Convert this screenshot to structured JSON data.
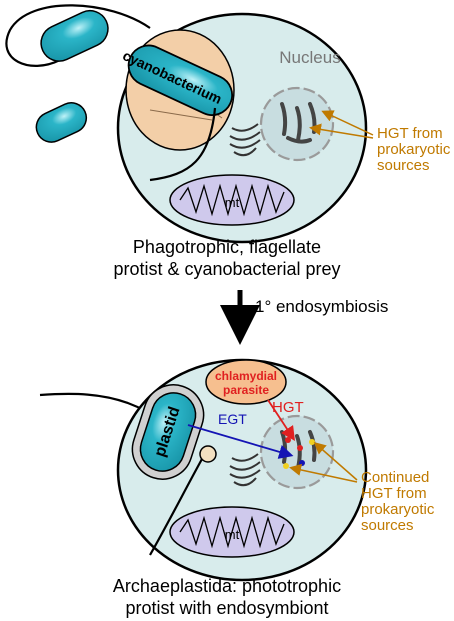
{
  "top_cell": {
    "nucleus_label": "Nucleus",
    "cyanobacterium_label": "cyanobacterium",
    "mt_label": "mt",
    "hgt_annotation": [
      "HGT from",
      "prokaryotic",
      "sources"
    ]
  },
  "captions": {
    "top": [
      "Phagotrophic, flagellate",
      "protist & cyanobacterial prey"
    ],
    "bottom": [
      "Archaeplastida: phototrophic",
      "protist with endosymbiont"
    ]
  },
  "transition_label": "1° endosymbiosis",
  "bottom_cell": {
    "plastid_label": "plastid",
    "chlamydial_label": [
      "chlamydial",
      "parasite"
    ],
    "hgt_label": "HGT",
    "egt_label": "EGT",
    "mt_label": "mt",
    "continued_annotation": [
      "Continued",
      "HGT from",
      "prokaryotic",
      "sources"
    ]
  },
  "colors": {
    "cell_fill": "#d8ecec",
    "cyan": "#2bb5c8",
    "vacuole": "#f3cfa8",
    "mito": "#cfc9ec",
    "annotation": "#c07a00",
    "red": "#e02020",
    "blue": "#1414b4",
    "chlamydial_fill": "#f6bf8f",
    "yellow_dots": "#f0d020"
  }
}
